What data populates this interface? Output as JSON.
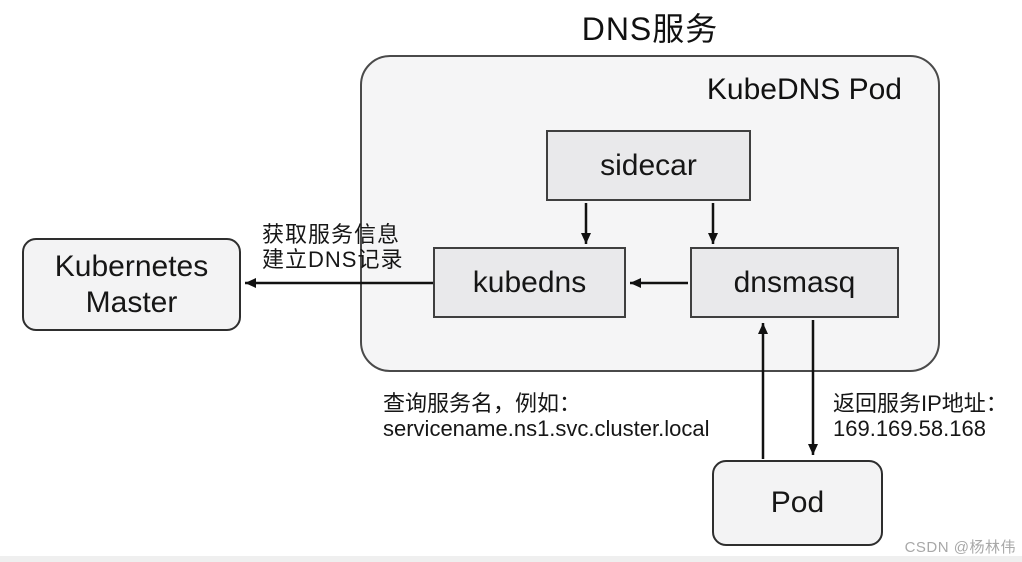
{
  "title": "DNS服务",
  "kubedns_pod": {
    "label": "KubeDNS Pod"
  },
  "nodes": {
    "sidecar": {
      "label": "sidecar"
    },
    "kubedns": {
      "label": "kubedns"
    },
    "dnsmasq": {
      "label": "dnsmasq"
    },
    "kubernetes_master": {
      "line1": "Kubernetes",
      "line2": "Master"
    },
    "pod": {
      "label": "Pod"
    }
  },
  "annotations": {
    "master_link": {
      "line1": "获取服务信息",
      "line2": "建立DNS记录"
    },
    "dns_query": {
      "line1": "查询服务名，例如：",
      "line2": "servicename.ns1.svc.cluster.local"
    },
    "dns_response": {
      "line1": "返回服务IP地址：",
      "line2": "169.169.58.168"
    }
  },
  "edges": [
    {
      "from": "sidecar",
      "to": "kubedns"
    },
    {
      "from": "sidecar",
      "to": "dnsmasq"
    },
    {
      "from": "dnsmasq",
      "to": "kubedns"
    },
    {
      "from": "kubedns",
      "to": "kubernetes_master"
    },
    {
      "from": "pod",
      "to": "dnsmasq"
    },
    {
      "from": "dnsmasq",
      "to": "pod"
    }
  ],
  "watermark": "CSDN @杨林伟",
  "colors": {
    "line": "#111111",
    "node_border": "#3f3f3f",
    "node_fill": "#e9e9eb",
    "container_fill": "#f5f5f6",
    "watermark": "#a8a8a8"
  }
}
